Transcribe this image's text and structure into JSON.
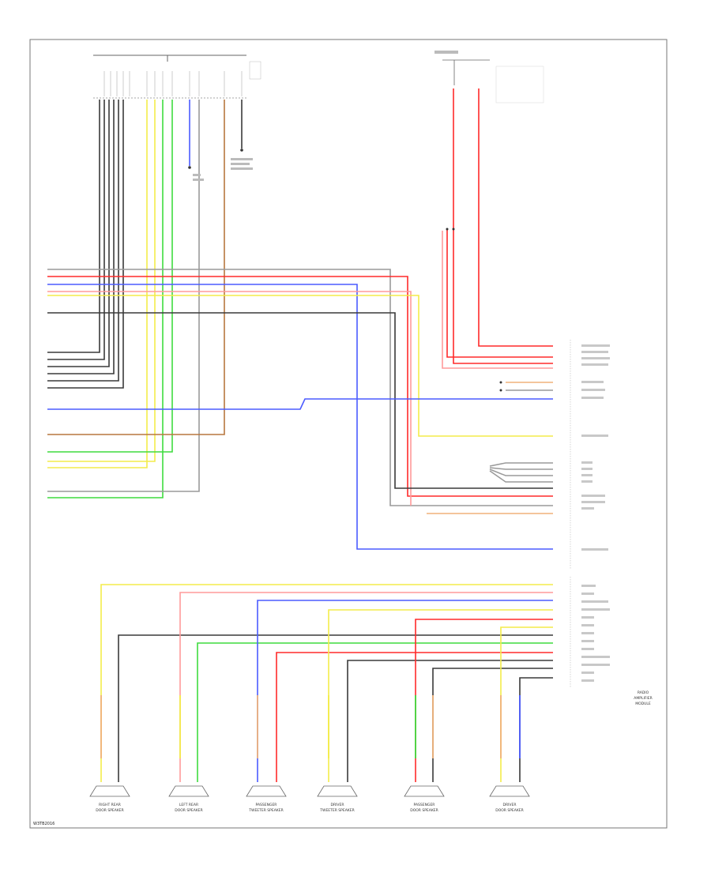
{
  "speaker_labels": [
    [
      "RIGHT REAR",
      "DOOR SPEAKER"
    ],
    [
      "LEFT REAR",
      "DOOR SPEAKER"
    ],
    [
      "PASSENGER",
      "TWEETER SPEAKER"
    ],
    [
      "DRIVER",
      "TWEETER SPEAKER"
    ],
    [
      "PASSENGER",
      "DOOR SPEAKER"
    ],
    [
      "DRIVER",
      "DOOR SPEAKER"
    ]
  ],
  "module_label": [
    "RADIO",
    "AMPLIFIER",
    "MODULE"
  ],
  "footer_code": "W3TB2016",
  "colors": {
    "red": "#ff2a2a",
    "pink": "#ff9a9a",
    "yellow": "#f3ec4a",
    "green": "#3fdc3f",
    "blue": "#4b5bff",
    "gray": "#9a9a9a",
    "dark": "#3a3a3a",
    "orange": "#f0b27a",
    "brown": "#b7773f",
    "frame": "#777777"
  }
}
